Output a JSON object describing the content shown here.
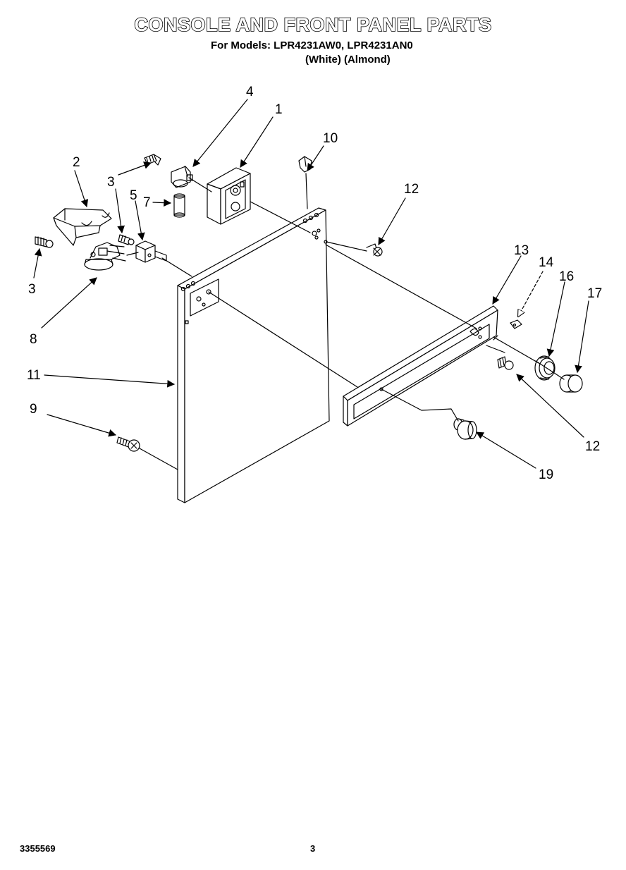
{
  "header": {
    "title": "CONSOLE AND FRONT PANEL PARTS",
    "models_line": "For Models: LPR4231AW0, LPR4231AN0",
    "colors_line": "(White)  (Almond)"
  },
  "callouts": {
    "c1": "1",
    "c2": "2",
    "c3a": "3",
    "c3b": "3",
    "c4": "4",
    "c5": "5",
    "c7": "7",
    "c8": "8",
    "c9": "9",
    "c10": "10",
    "c11": "11",
    "c12a": "12",
    "c12b": "12",
    "c13": "13",
    "c14": "14",
    "c16": "16",
    "c17": "17",
    "c19": "19"
  },
  "footer": {
    "document_number": "3355569",
    "page_number": "3"
  }
}
